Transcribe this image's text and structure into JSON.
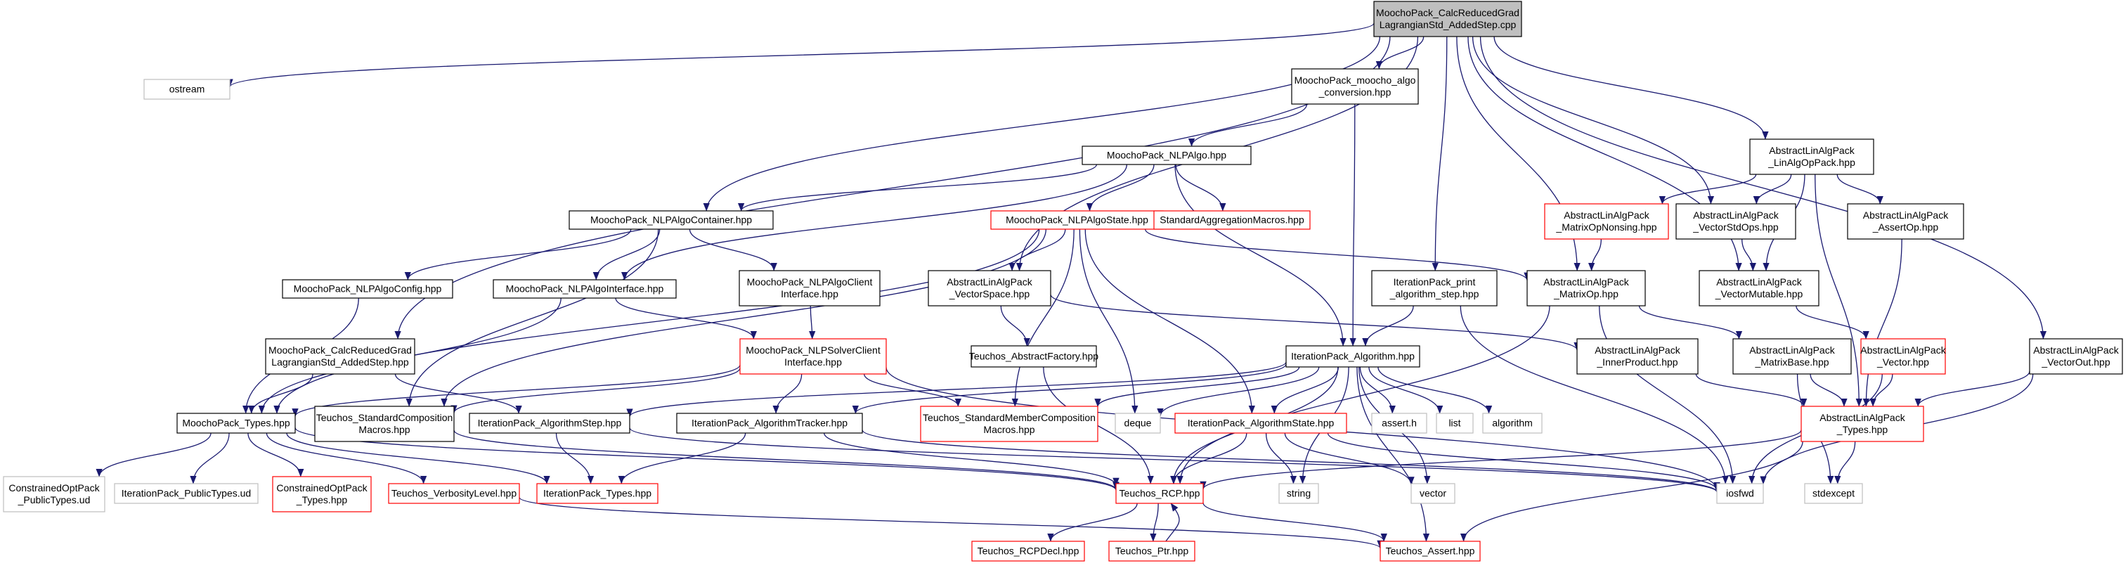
{
  "colors": {
    "edge": "#191970",
    "border_default": "#000000",
    "border_missing": "#ff0000",
    "border_external": "#bfbfbf",
    "root_fill": "#bfbfbf",
    "node_fill": "#ffffff"
  },
  "nodes": [
    {
      "id": "root",
      "lines": [
        "MoochoPack_CalcReducedGrad",
        "LagrangianStd_AddedStep.cpp"
      ],
      "style": "root"
    },
    {
      "id": "ostream",
      "lines": [
        "ostream"
      ],
      "style": "external"
    },
    {
      "id": "moocho_algo_conversion",
      "lines": [
        "MoochoPack_moocho_algo",
        "_conversion.hpp"
      ],
      "style": "default"
    },
    {
      "id": "linalgoppack",
      "lines": [
        "AbstractLinAlgPack",
        "_LinAlgOpPack.hpp"
      ],
      "style": "default"
    },
    {
      "id": "nlpalgo",
      "lines": [
        "MoochoPack_NLPAlgo.hpp"
      ],
      "style": "default"
    },
    {
      "id": "nlpalgocontainer",
      "lines": [
        "MoochoPack_NLPAlgoContainer.hpp"
      ],
      "style": "default"
    },
    {
      "id": "nlpalgostate",
      "lines": [
        "MoochoPack_NLPAlgoState.hpp"
      ],
      "style": "missing"
    },
    {
      "id": "stdaggregation",
      "lines": [
        "StandardAggregationMacros.hpp"
      ],
      "style": "missing"
    },
    {
      "id": "matrixopnonsing",
      "lines": [
        "AbstractLinAlgPack",
        "_MatrixOpNonsing.hpp"
      ],
      "style": "missing"
    },
    {
      "id": "vectorstdops",
      "lines": [
        "AbstractLinAlgPack",
        "_VectorStdOps.hpp"
      ],
      "style": "default"
    },
    {
      "id": "assertop",
      "lines": [
        "AbstractLinAlgPack",
        "_AssertOp.hpp"
      ],
      "style": "default"
    },
    {
      "id": "nlpalgoconfig",
      "lines": [
        "MoochoPack_NLPAlgoConfig.hpp"
      ],
      "style": "default"
    },
    {
      "id": "nlpalgointerface",
      "lines": [
        "MoochoPack_NLPAlgoInterface.hpp"
      ],
      "style": "default"
    },
    {
      "id": "nlpalgoclientinterface",
      "lines": [
        "MoochoPack_NLPAlgoClient",
        "Interface.hpp"
      ],
      "style": "default"
    },
    {
      "id": "vectorspace",
      "lines": [
        "AbstractLinAlgPack",
        "_VectorSpace.hpp"
      ],
      "style": "default"
    },
    {
      "id": "print_algorithm_step",
      "lines": [
        "IterationPack_print",
        "_algorithm_step.hpp"
      ],
      "style": "default"
    },
    {
      "id": "matrixop",
      "lines": [
        "AbstractLinAlgPack",
        "_MatrixOp.hpp"
      ],
      "style": "default"
    },
    {
      "id": "vectormutable",
      "lines": [
        "AbstractLinAlgPack",
        "_VectorMutable.hpp"
      ],
      "style": "default"
    },
    {
      "id": "calcreducedgrad_hpp",
      "lines": [
        "MoochoPack_CalcReducedGrad",
        "LagrangianStd_AddedStep.hpp"
      ],
      "style": "default"
    },
    {
      "id": "nlpsolverclientinterface",
      "lines": [
        "MoochoPack_NLPSolverClient",
        "Interface.hpp"
      ],
      "style": "missing"
    },
    {
      "id": "abstractfactory",
      "lines": [
        "Teuchos_AbstractFactory.hpp"
      ],
      "style": "default"
    },
    {
      "id": "algorithm_hpp",
      "lines": [
        "IterationPack_Algorithm.hpp"
      ],
      "style": "default"
    },
    {
      "id": "innerproduct",
      "lines": [
        "AbstractLinAlgPack",
        "_InnerProduct.hpp"
      ],
      "style": "default"
    },
    {
      "id": "matrixbase",
      "lines": [
        "AbstractLinAlgPack",
        "_MatrixBase.hpp"
      ],
      "style": "default"
    },
    {
      "id": "vector",
      "lines": [
        "AbstractLinAlgPack",
        "_Vector.hpp"
      ],
      "style": "missing"
    },
    {
      "id": "vectorout",
      "lines": [
        "AbstractLinAlgPack",
        "_VectorOut.hpp"
      ],
      "style": "default"
    },
    {
      "id": "moochopack_types",
      "lines": [
        "MoochoPack_Types.hpp"
      ],
      "style": "default"
    },
    {
      "id": "stdcompositionmacros",
      "lines": [
        "Teuchos_StandardComposition",
        "Macros.hpp"
      ],
      "style": "default"
    },
    {
      "id": "algorithmstep",
      "lines": [
        "IterationPack_AlgorithmStep.hpp"
      ],
      "style": "default"
    },
    {
      "id": "algorithmtracker",
      "lines": [
        "IterationPack_AlgorithmTracker.hpp"
      ],
      "style": "default"
    },
    {
      "id": "stdmembercomposition",
      "lines": [
        "Teuchos_StandardMemberComposition",
        "Macros.hpp"
      ],
      "style": "missing"
    },
    {
      "id": "deque",
      "lines": [
        "deque"
      ],
      "style": "external"
    },
    {
      "id": "algorithmstate",
      "lines": [
        "IterationPack_AlgorithmState.hpp"
      ],
      "style": "missing"
    },
    {
      "id": "asserth",
      "lines": [
        "assert.h"
      ],
      "style": "external"
    },
    {
      "id": "list",
      "lines": [
        "list"
      ],
      "style": "external"
    },
    {
      "id": "algorithm",
      "lines": [
        "algorithm"
      ],
      "style": "external"
    },
    {
      "id": "alp_types",
      "lines": [
        "AbstractLinAlgPack",
        "_Types.hpp"
      ],
      "style": "missing"
    },
    {
      "id": "constrainedoptpack_publictypes",
      "lines": [
        "ConstrainedOptPack",
        "_PublicTypes.ud"
      ],
      "style": "external"
    },
    {
      "id": "iterationpack_publictypes",
      "lines": [
        "IterationPack_PublicTypes.ud"
      ],
      "style": "external"
    },
    {
      "id": "constrainedoptpack_types",
      "lines": [
        "ConstrainedOptPack",
        "_Types.hpp"
      ],
      "style": "missing"
    },
    {
      "id": "verbositylevel",
      "lines": [
        "Teuchos_VerbosityLevel.hpp"
      ],
      "style": "missing"
    },
    {
      "id": "iterationpack_types",
      "lines": [
        "IterationPack_Types.hpp"
      ],
      "style": "missing"
    },
    {
      "id": "teuchos_rcp",
      "lines": [
        "Teuchos_RCP.hpp"
      ],
      "style": "missing"
    },
    {
      "id": "string",
      "lines": [
        "string"
      ],
      "style": "external"
    },
    {
      "id": "vector_std",
      "lines": [
        "vector"
      ],
      "style": "external"
    },
    {
      "id": "iosfwd",
      "lines": [
        "iosfwd"
      ],
      "style": "external"
    },
    {
      "id": "stdexcept",
      "lines": [
        "stdexcept"
      ],
      "style": "external"
    },
    {
      "id": "rcpdecl",
      "lines": [
        "Teuchos_RCPDecl.hpp"
      ],
      "style": "missing"
    },
    {
      "id": "teuchos_ptr",
      "lines": [
        "Teuchos_Ptr.hpp"
      ],
      "style": "missing"
    },
    {
      "id": "teuchos_assert",
      "lines": [
        "Teuchos_Assert.hpp"
      ],
      "style": "missing"
    }
  ],
  "edges": [
    [
      "root",
      "ostream"
    ],
    [
      "root",
      "moocho_algo_conversion"
    ],
    [
      "root",
      "linalgoppack"
    ],
    [
      "root",
      "nlpalgocontainer"
    ],
    [
      "root",
      "vectorspace"
    ],
    [
      "root",
      "print_algorithm_step"
    ],
    [
      "root",
      "matrixop"
    ],
    [
      "root",
      "vectorstdops"
    ],
    [
      "root",
      "vectormutable"
    ],
    [
      "root",
      "calcreducedgrad_hpp"
    ],
    [
      "root",
      "vectorout"
    ],
    [
      "moocho_algo_conversion",
      "nlpalgo"
    ],
    [
      "moocho_algo_conversion",
      "algorithm_hpp"
    ],
    [
      "nlpalgo",
      "nlpalgocontainer"
    ],
    [
      "nlpalgo",
      "nlpalgostate"
    ],
    [
      "nlpalgo",
      "stdaggregation"
    ],
    [
      "nlpalgo",
      "nlpalgointerface"
    ],
    [
      "nlpalgo",
      "algorithm_hpp"
    ],
    [
      "nlpalgocontainer",
      "nlpalgoconfig"
    ],
    [
      "nlpalgocontainer",
      "nlpalgointerface"
    ],
    [
      "nlpalgocontainer",
      "nlpalgoclientinterface"
    ],
    [
      "nlpalgocontainer",
      "stdcompositionmacros"
    ],
    [
      "nlpalgostate",
      "vectorspace"
    ],
    [
      "nlpalgostate",
      "matrixop"
    ],
    [
      "nlpalgostate",
      "moochopack_types"
    ],
    [
      "nlpalgostate",
      "stdmembercomposition"
    ],
    [
      "nlpalgostate",
      "deque"
    ],
    [
      "nlpalgostate",
      "algorithmstate"
    ],
    [
      "nlpalgostate",
      "stdcompositionmacros"
    ],
    [
      "linalgoppack",
      "matrixopnonsing"
    ],
    [
      "linalgoppack",
      "vectorstdops"
    ],
    [
      "linalgoppack",
      "assertop"
    ],
    [
      "linalgoppack",
      "vectormutable"
    ],
    [
      "linalgoppack",
      "alp_types"
    ],
    [
      "matrixopnonsing",
      "matrixop"
    ],
    [
      "vectorstdops",
      "vectormutable"
    ],
    [
      "assertop",
      "alp_types"
    ],
    [
      "nlpalgoconfig",
      "moochopack_types"
    ],
    [
      "nlpalgointerface",
      "nlpsolverclientinterface"
    ],
    [
      "nlpalgointerface",
      "moochopack_types"
    ],
    [
      "nlpalgoclientinterface",
      "nlpsolverclientinterface"
    ],
    [
      "vectorspace",
      "abstractfactory"
    ],
    [
      "vectorspace",
      "innerproduct"
    ],
    [
      "print_algorithm_step",
      "algorithm_hpp"
    ],
    [
      "print_algorithm_step",
      "iosfwd"
    ],
    [
      "matrixop",
      "matrixbase"
    ],
    [
      "matrixop",
      "iosfwd"
    ],
    [
      "matrixop",
      "teuchos_rcp"
    ],
    [
      "vectormutable",
      "vector"
    ],
    [
      "calcreducedgrad_hpp",
      "moochopack_types"
    ],
    [
      "calcreducedgrad_hpp",
      "algorithmstep"
    ],
    [
      "nlpsolverclientinterface",
      "moochopack_types"
    ],
    [
      "nlpsolverclientinterface",
      "stdcompositionmacros"
    ],
    [
      "nlpsolverclientinterface",
      "stdmembercomposition"
    ],
    [
      "nlpsolverclientinterface",
      "algorithmtracker"
    ],
    [
      "nlpsolverclientinterface",
      "iosfwd"
    ],
    [
      "abstractfactory",
      "teuchos_rcp"
    ],
    [
      "algorithm_hpp",
      "algorithmstep"
    ],
    [
      "algorithm_hpp",
      "algorithmtracker"
    ],
    [
      "algorithm_hpp",
      "stdmembercomposition"
    ],
    [
      "algorithm_hpp",
      "deque"
    ],
    [
      "algorithm_hpp",
      "algorithmstate"
    ],
    [
      "algorithm_hpp",
      "asserth"
    ],
    [
      "algorithm_hpp",
      "list"
    ],
    [
      "algorithm_hpp",
      "algorithm"
    ],
    [
      "algorithm_hpp",
      "teuchos_rcp"
    ],
    [
      "algorithm_hpp",
      "string"
    ],
    [
      "algorithm_hpp",
      "vector_std"
    ],
    [
      "algorithm_hpp",
      "teuchos_assert"
    ],
    [
      "innerproduct",
      "alp_types"
    ],
    [
      "matrixbase",
      "alp_types"
    ],
    [
      "matrixbase",
      "stdexcept"
    ],
    [
      "vector",
      "alp_types"
    ],
    [
      "vector",
      "iosfwd"
    ],
    [
      "vectorout",
      "alp_types"
    ],
    [
      "vectorout",
      "iosfwd"
    ],
    [
      "moochopack_types",
      "constrainedoptpack_publictypes"
    ],
    [
      "moochopack_types",
      "iterationpack_publictypes"
    ],
    [
      "moochopack_types",
      "constrainedoptpack_types"
    ],
    [
      "moochopack_types",
      "verbositylevel"
    ],
    [
      "moochopack_types",
      "iterationpack_types"
    ],
    [
      "moochopack_types",
      "teuchos_rcp"
    ],
    [
      "stdcompositionmacros",
      "teuchos_rcp"
    ],
    [
      "algorithmstep",
      "iterationpack_types"
    ],
    [
      "algorithmstep",
      "iosfwd"
    ],
    [
      "algorithmtracker",
      "iterationpack_types"
    ],
    [
      "algorithmtracker",
      "teuchos_rcp"
    ],
    [
      "algorithmtracker",
      "iosfwd"
    ],
    [
      "algorithmstate",
      "teuchos_rcp"
    ],
    [
      "algorithmstate",
      "string"
    ],
    [
      "algorithmstate",
      "vector_std"
    ],
    [
      "algorithmstate",
      "iosfwd"
    ],
    [
      "alp_types",
      "teuchos_rcp"
    ],
    [
      "alp_types",
      "stdexcept"
    ],
    [
      "alp_types",
      "teuchos_assert"
    ],
    [
      "verbositylevel",
      "teuchos_assert"
    ],
    [
      "teuchos_rcp",
      "rcpdecl"
    ],
    [
      "teuchos_rcp",
      "teuchos_ptr"
    ],
    [
      "teuchos_rcp",
      "teuchos_assert"
    ],
    [
      "teuchos_ptr",
      "teuchos_rcp"
    ]
  ]
}
